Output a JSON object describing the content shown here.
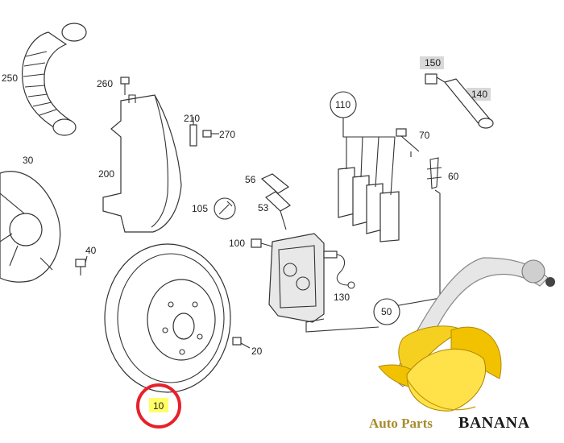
{
  "diagram": {
    "labels": {
      "p250": "250",
      "p260": "260",
      "p210": "210",
      "p270": "270",
      "p200": "200",
      "p30": "30",
      "p40": "40",
      "p150": "150",
      "p140": "140",
      "p110": "110",
      "p70": "70",
      "p60": "60",
      "p56": "56",
      "p53": "53",
      "p105": "105",
      "p100": "100",
      "p130": "130",
      "p50": "50",
      "p20": "20",
      "p10": "10"
    },
    "highlighted_part": "10",
    "colors": {
      "highlight_box": "#ffff66",
      "highlight_ring": "#e8202a",
      "label_box": "#d8d8d8",
      "banana": "#f2c200"
    }
  },
  "branding": {
    "line1": "Auto Parts",
    "line2": "BANANA"
  }
}
